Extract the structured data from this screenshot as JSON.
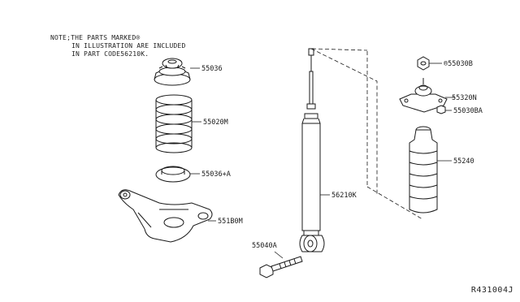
{
  "note": {
    "line1": "NOTE;THE PARTS MARKED®",
    "line2": "IN ILLUSTRATION ARE INCLUDED",
    "line3": "IN PART CODE56210K."
  },
  "parts": {
    "p55036": "55036",
    "p55020m": "55020M",
    "p55036a": "55036+A",
    "p551b0m": "551B0M",
    "p56210k": "56210K",
    "p55040a": "55040A",
    "p55030b": "®55030B",
    "p55320n": "55320N",
    "p55030ba": "55030BA",
    "p55240": "55240"
  },
  "reference": "R431004J"
}
